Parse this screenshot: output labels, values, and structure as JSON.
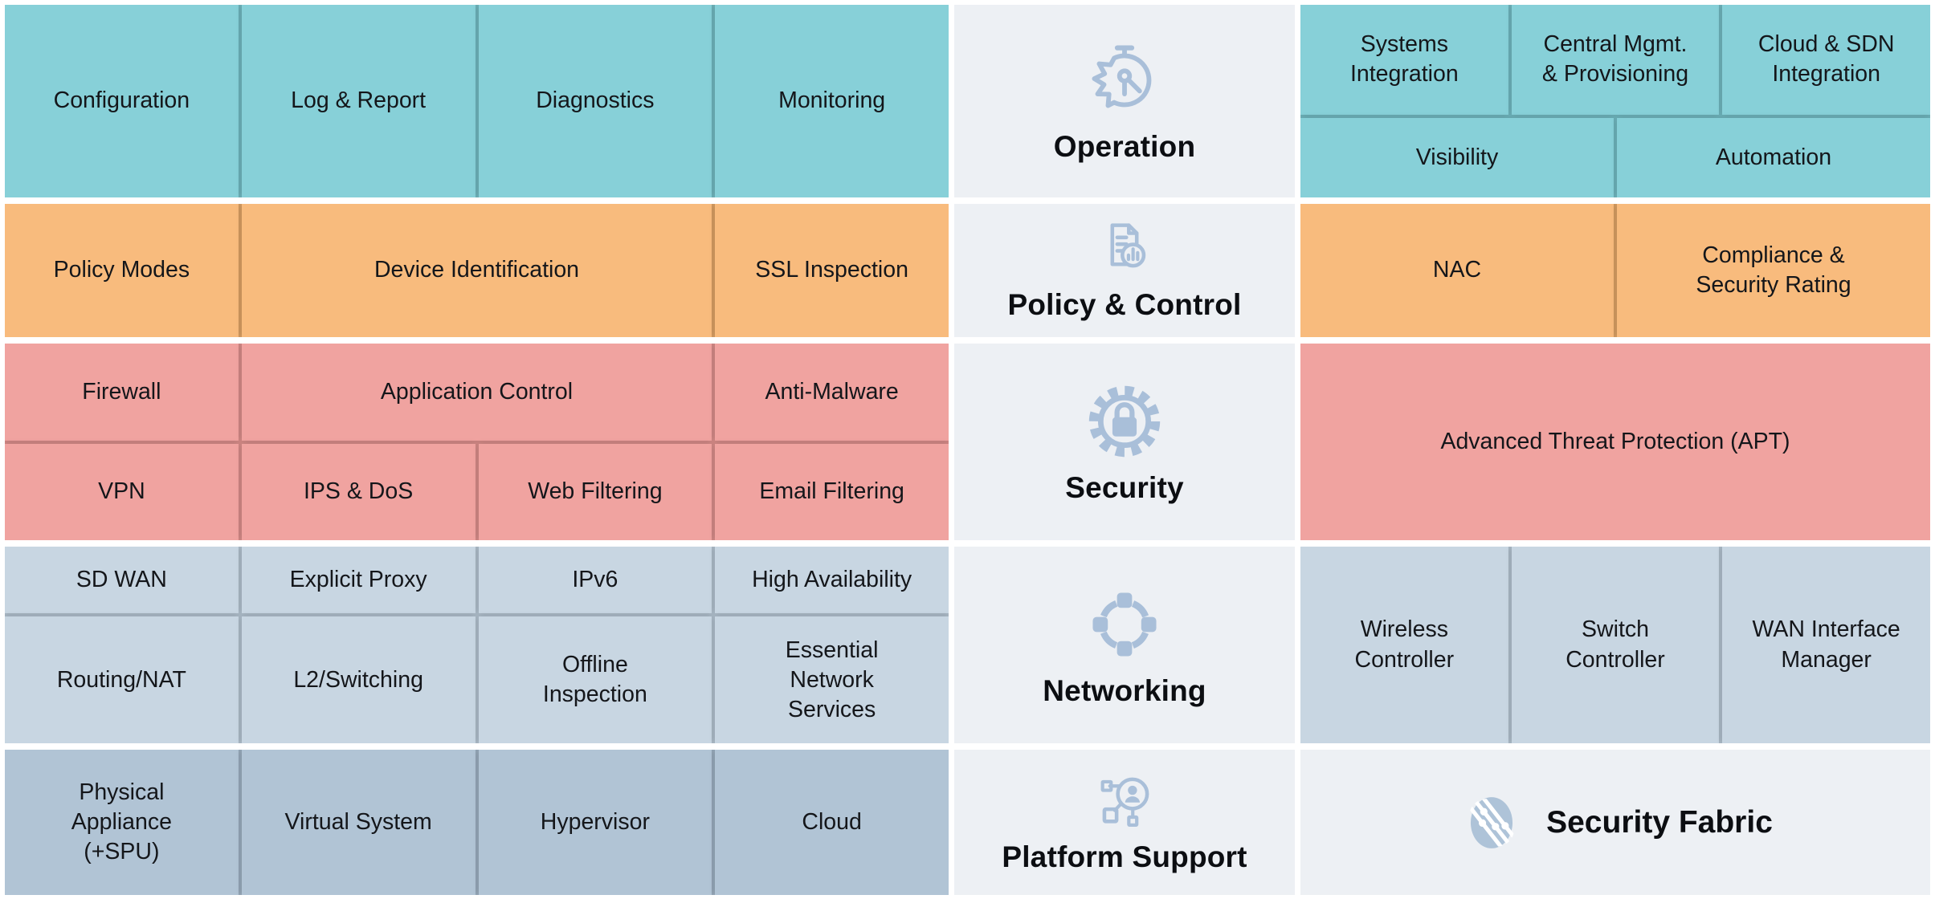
{
  "colors": {
    "teal": "#87d0d8",
    "teal_div": "#6fb5bd",
    "orange": "#f8bb7d",
    "orange_div": "#d99f63",
    "red": "#f0a3a0",
    "red_div": "#d58b88",
    "blue1": "#c8d6e2",
    "blue1_div": "#aebdca",
    "blue2": "#b1c4d5",
    "blue2_div": "#98abbc",
    "panel": "#edf0f4",
    "icon": "#a9bfd9",
    "ink": "#14161a"
  },
  "icons": {
    "operation": "stopwatch-gear-icon",
    "policy": "document-report-icon",
    "security": "gear-lock-icon",
    "networking": "network-nodes-icon",
    "platform": "user-network-icon",
    "fabric": "security-fabric-logo"
  },
  "r0": {
    "category": "Operation",
    "left": [
      "Configuration",
      "Log & Report",
      "Diagnostics",
      "Monitoring"
    ],
    "right_top": [
      "Systems Integration",
      "Central Mgmt. & Provisioning",
      "Cloud & SDN Integration"
    ],
    "right_bottom": [
      "Visibility",
      "Automation"
    ]
  },
  "r1": {
    "category": "Policy & Control",
    "left": [
      "Policy Modes",
      "Device Identification",
      "SSL Inspection"
    ],
    "right": [
      "NAC",
      "Compliance & Security Rating"
    ]
  },
  "r2": {
    "category": "Security",
    "left_top": [
      "Firewall",
      "Application Control",
      "Anti-Malware"
    ],
    "left_bottom": [
      "VPN",
      "IPS & DoS",
      "Web Filtering",
      "Email Filtering"
    ],
    "right": [
      "Advanced Threat Protection (APT)"
    ]
  },
  "r3": {
    "category": "Networking",
    "left_top": [
      "SD WAN",
      "Explicit Proxy",
      "IPv6",
      "High Availability"
    ],
    "left_bottom": [
      "Routing/NAT",
      "L2/Switching",
      "Offline Inspection",
      "Essential Network Services"
    ],
    "right": [
      "Wireless Controller",
      "Switch Controller",
      "WAN Interface Manager"
    ]
  },
  "r4": {
    "category": "Platform Support",
    "left": [
      "Physical Appliance (+SPU)",
      "Virtual System",
      "Hypervisor",
      "Cloud"
    ],
    "right": [
      "Security Fabric"
    ]
  }
}
